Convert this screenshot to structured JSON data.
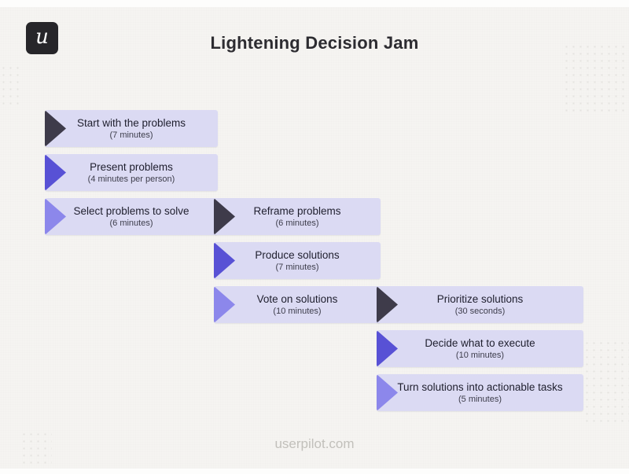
{
  "page": {
    "title": "Lightening Decision Jam",
    "logo_letter": "u",
    "footer": "userpilot.com"
  },
  "steps": [
    {
      "title": "Start with the problems",
      "duration": "(7 minutes)",
      "arrow": "dark"
    },
    {
      "title": "Present problems",
      "duration": "(4 minutes per person)",
      "arrow": "indigo"
    },
    {
      "title": "Select problems to solve",
      "duration": "(6 minutes)",
      "arrow": "periwinkle"
    },
    {
      "title": "Reframe problems",
      "duration": "(6 minutes)",
      "arrow": "dark"
    },
    {
      "title": "Produce solutions",
      "duration": "(7 minutes)",
      "arrow": "indigo"
    },
    {
      "title": "Vote on solutions",
      "duration": "(10 minutes)",
      "arrow": "periwinkle"
    },
    {
      "title": "Prioritize solutions",
      "duration": "(30 seconds)",
      "arrow": "dark"
    },
    {
      "title": "Decide what to execute",
      "duration": "(10 minutes)",
      "arrow": "indigo"
    },
    {
      "title": "Turn solutions into actionable tasks",
      "duration": "(5 minutes)",
      "arrow": "periwinkle"
    }
  ],
  "colors": {
    "background": "#f5f4f1",
    "box_background": "#dbdaf3",
    "arrow_dark": "#3e3b4a",
    "arrow_indigo": "#5851d5",
    "arrow_periwinkle": "#8c87eb",
    "logo_background": "#27262a"
  }
}
